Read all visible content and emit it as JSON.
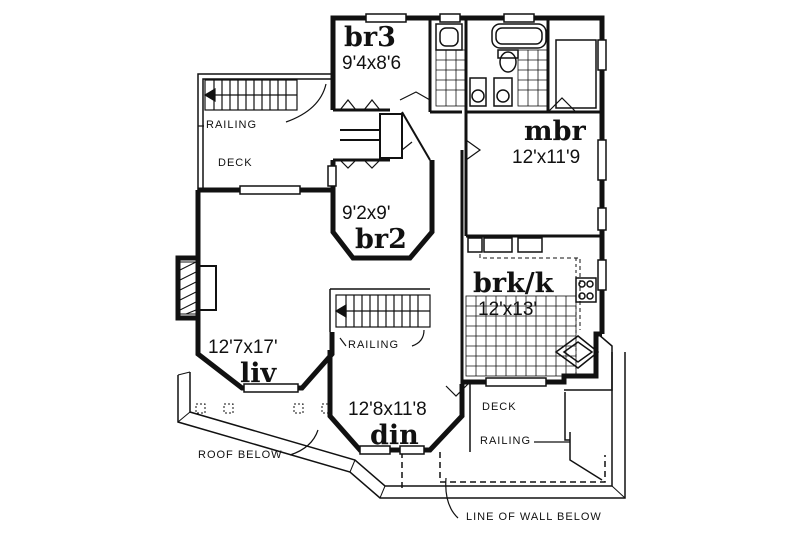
{
  "rooms": {
    "br3": {
      "name": "br3",
      "size": "9'4x8'6"
    },
    "mbr": {
      "name": "mbr",
      "size": "12'x11'9"
    },
    "br2": {
      "name": "br2",
      "size": "9'2x9'"
    },
    "brkk": {
      "name": "brk/k",
      "size": "12'x13'"
    },
    "liv": {
      "name": "liv",
      "size": "12'7x17'"
    },
    "din": {
      "name": "din",
      "size": "12'8x11'8"
    }
  },
  "notes": {
    "deck_upper": "DECK",
    "deck_lower": "DECK",
    "railing_upper": "RAILING",
    "railing_stair": "RAILING",
    "railing_lower": "RAILING",
    "roof_below": "ROOF BELOW",
    "line_of_wall_below": "LINE OF WALL BELOW"
  },
  "colors": {
    "ink": "#111111",
    "paper": "#ffffff"
  }
}
